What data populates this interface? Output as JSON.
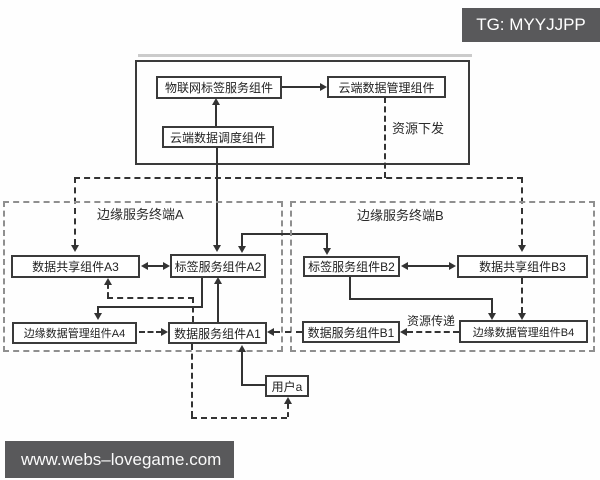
{
  "badge": {
    "text": "TG: MYYJJPP"
  },
  "watermark": {
    "text": "www.webs–lovegame.com"
  },
  "diagram": {
    "cloud": {
      "iot_tag_service": "物联网标签服务组件",
      "cloud_data_mgmt": "云端数据管理组件",
      "cloud_data_sched": "云端数据调度组件"
    },
    "terminal_a": {
      "title": "边缘服务终端A",
      "a3": "数据共享组件A3",
      "a2": "标签服务组件A2",
      "a4": "边缘数据管理组件A4",
      "a1": "数据服务组件A1"
    },
    "terminal_b": {
      "title": "边缘服务终端B",
      "b2": "标签服务组件B2",
      "b3": "数据共享组件B3",
      "b1": "数据服务组件B1",
      "b4": "边缘数据管理组件B4"
    },
    "user": {
      "label": "用户a"
    },
    "edge_labels": {
      "resource_distribution": "资源下发",
      "resource_transfer": "资源传递"
    }
  }
}
